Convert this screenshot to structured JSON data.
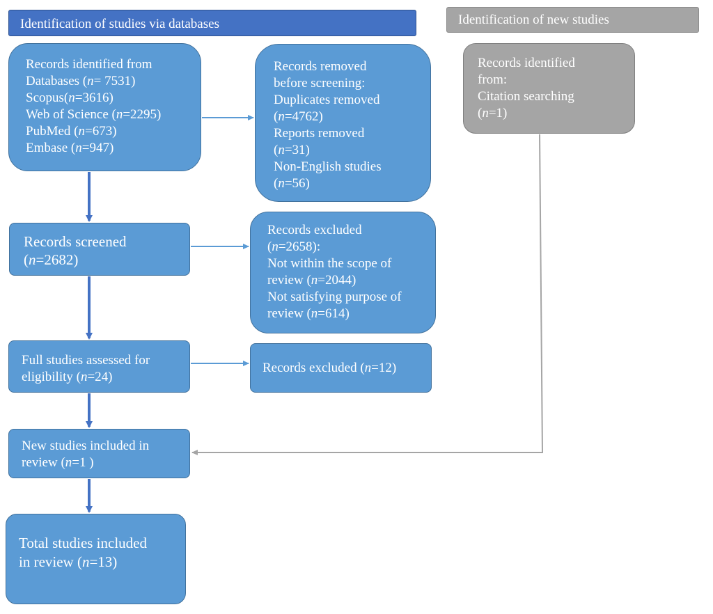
{
  "headers": {
    "databases": "Identification of studies via databases",
    "new_studies": "Identification of new studies"
  },
  "boxes": {
    "identified": [
      [
        {
          "t": "Records identified from"
        }
      ],
      [
        {
          "t": "Databases ("
        },
        {
          "t": "n",
          "i": true
        },
        {
          "t": "= 7531)"
        }
      ],
      [
        {
          "t": "Scopus("
        },
        {
          "t": "n",
          "i": true
        },
        {
          "t": "=3616)"
        }
      ],
      [
        {
          "t": "Web of Science ("
        },
        {
          "t": "n",
          "i": true
        },
        {
          "t": "=2295)"
        }
      ],
      [
        {
          "t": "PubMed ("
        },
        {
          "t": "n",
          "i": true
        },
        {
          "t": "=673)"
        }
      ],
      [
        {
          "t": "Embase ("
        },
        {
          "t": "n",
          "i": true
        },
        {
          "t": "=947)"
        }
      ]
    ],
    "removed": [
      [
        {
          "t": "Records removed"
        }
      ],
      [
        {
          "t": "before screening:"
        }
      ],
      [
        {
          "t": "Duplicates removed"
        }
      ],
      [
        {
          "t": "("
        },
        {
          "t": "n",
          "i": true
        },
        {
          "t": "=4762)"
        }
      ],
      [
        {
          "t": "Reports removed"
        }
      ],
      [
        {
          "t": "("
        },
        {
          "t": "n",
          "i": true
        },
        {
          "t": "=31)"
        }
      ],
      [
        {
          "t": "Non-English studies"
        }
      ],
      [
        {
          "t": "("
        },
        {
          "t": "n",
          "i": true
        },
        {
          "t": "=56)"
        }
      ]
    ],
    "screened": [
      [
        {
          "t": "Records screened"
        }
      ],
      [
        {
          "t": "("
        },
        {
          "t": "n",
          "i": true
        },
        {
          "t": "=2682)"
        }
      ]
    ],
    "excluded_screen": [
      [
        {
          "t": "Records excluded"
        }
      ],
      [
        {
          "t": "("
        },
        {
          "t": "n",
          "i": true
        },
        {
          "t": "=2658):"
        }
      ],
      [
        {
          "t": "Not within the scope of"
        }
      ],
      [
        {
          "t": "review ("
        },
        {
          "t": "n",
          "i": true
        },
        {
          "t": "=2044)"
        }
      ],
      [
        {
          "t": "Not satisfying purpose of"
        }
      ],
      [
        {
          "t": "review ("
        },
        {
          "t": "n",
          "i": true
        },
        {
          "t": "=614)"
        }
      ]
    ],
    "assessed": [
      [
        {
          "t": "Full studies assessed for"
        }
      ],
      [
        {
          "t": "eligibility ("
        },
        {
          "t": "n",
          "i": true
        },
        {
          "t": "=24)"
        }
      ]
    ],
    "excluded_full": [
      [
        {
          "t": "Records excluded ("
        },
        {
          "t": "n",
          "i": true
        },
        {
          "t": "=12)"
        }
      ]
    ],
    "new_included": [
      [
        {
          "t": "New studies included in"
        }
      ],
      [
        {
          "t": "review ("
        },
        {
          "t": "n",
          "i": true
        },
        {
          "t": "=1 )"
        }
      ]
    ],
    "total": [
      [
        {
          "t": "Total studies included"
        }
      ],
      [
        {
          "t": "in review ("
        },
        {
          "t": "n",
          "i": true
        },
        {
          "t": "=13)"
        }
      ]
    ],
    "citation": [
      [
        {
          "t": "Records identified"
        }
      ],
      [
        {
          "t": "from:"
        }
      ],
      [
        {
          "t": "Citation searching"
        }
      ],
      [
        {
          "t": "("
        },
        {
          "t": "n",
          "i": true
        },
        {
          "t": "=1)"
        }
      ]
    ]
  },
  "colors": {
    "box_blue": "#5b9bd5",
    "header_blue": "#4472c4",
    "box_gray": "#a5a5a5",
    "arrow_blue": "#4472c4",
    "arrow_light_blue": "#5b9bd5",
    "arrow_gray": "#a5a5a5"
  }
}
